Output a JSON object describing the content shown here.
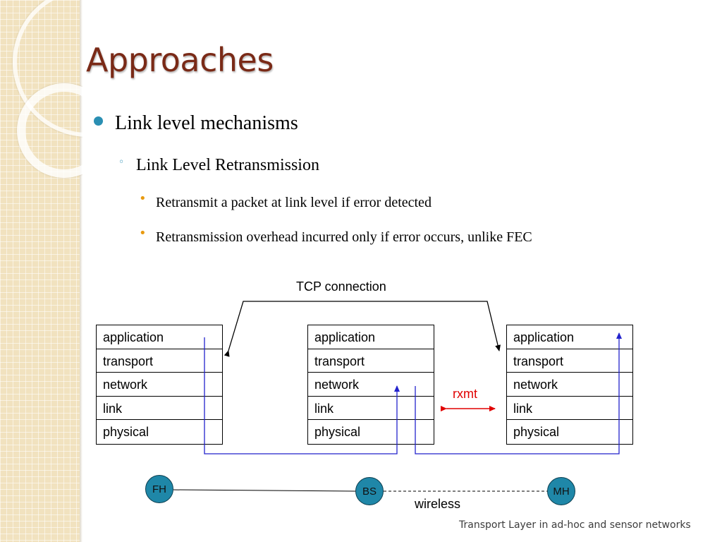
{
  "slide": {
    "title": "Approaches",
    "footer": "Transport Layer in ad-hoc and sensor networks"
  },
  "bullets": {
    "level1": "Link level mechanisms",
    "level2": "Link Level Retransmission",
    "level3": [
      "Retransmit a packet at link level if error detected",
      "Retransmission overhead incurred only if error occurs, unlike FEC"
    ],
    "markers": {
      "level1": "●",
      "level2": "◦",
      "level3": "•"
    }
  },
  "diagram": {
    "tcp_label": "TCP connection",
    "rxmt_label": "rxmt",
    "wireless_label": "wireless",
    "stacks": [
      {
        "layers": [
          "application",
          "transport",
          "network",
          "link",
          "physical"
        ]
      },
      {
        "layers": [
          "application",
          "transport",
          "network",
          "link",
          "physical"
        ]
      },
      {
        "layers": [
          "application",
          "transport",
          "network",
          "link",
          "physical"
        ]
      }
    ],
    "nodes": {
      "fh": "FH",
      "bs": "BS",
      "mh": "MH"
    },
    "colors": {
      "path": "#2222cc",
      "rxmt": "#e00000",
      "node": "#1f87a8",
      "title": "#7a2a17",
      "bullet1": "#2a8fb3",
      "bullet3": "#e89a10"
    }
  }
}
